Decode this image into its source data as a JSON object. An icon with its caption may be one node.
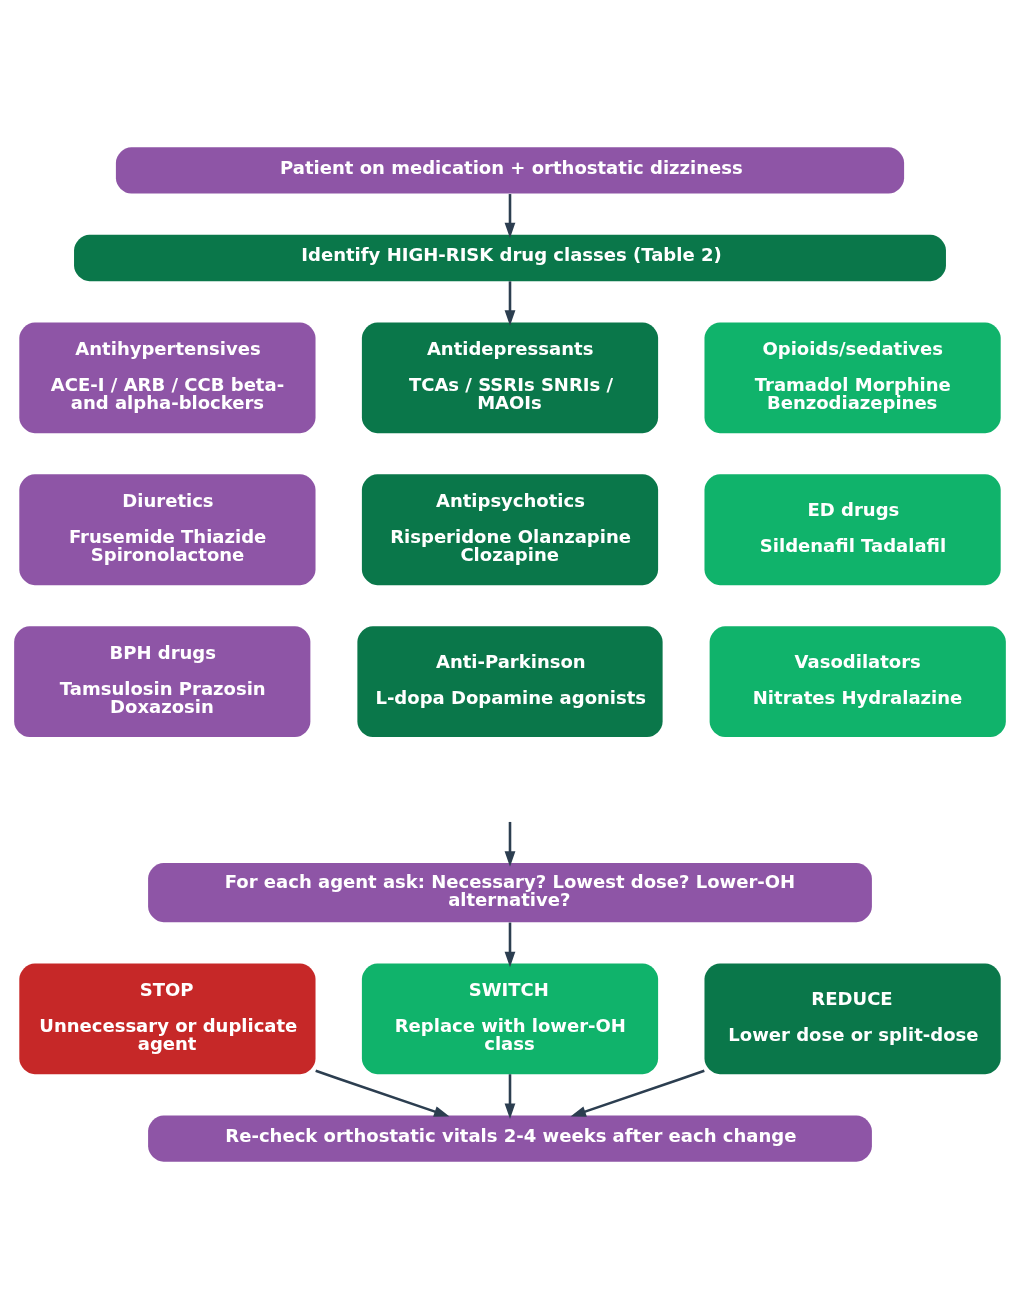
{
  "diagram": {
    "nodes": [
      {
        "text": [
          "Patient on medication + orthostatic dizziness"
        ]
      },
      {
        "text": [
          "Identify HIGH-RISK drug classes (Table 2)"
        ]
      },
      {
        "text": [
          "Antihypertensives",
          "ACE-I / ARB / CCB beta- and alpha-blockers"
        ]
      },
      {
        "text": [
          "Antidepressants",
          "TCAs / SSRIs SNRIs / MAOIs"
        ]
      },
      {
        "text": [
          "Opioids/sedatives",
          "Tramadol Morphine Benzodiazepines"
        ]
      },
      {
        "text": [
          "Diuretics",
          "Frusemide Thiazide Spironolactone"
        ]
      },
      {
        "text": [
          "Antipsychotics",
          "Risperidone Olanzapine Clozapine"
        ]
      },
      {
        "text": [
          "ED drugs",
          "Sildenafil Tadalafil"
        ]
      },
      {
        "text": [
          "BPH drugs",
          "Tamsulosin Prazosin Doxazosin"
        ]
      },
      {
        "text": [
          "Anti-Parkinson",
          "L-dopa Dopamine agonists"
        ]
      },
      {
        "text": [
          "Vasodilators",
          "Nitrates Hydralazine"
        ]
      },
      {
        "text": [
          "For each agent ask: Necessary? Lowest dose? Lower-OH alternative?"
        ]
      },
      {
        "text": [
          "STOP",
          "Unnecessary or duplicate agent"
        ]
      },
      {
        "text": [
          "SWITCH",
          "Replace with lower-OH class"
        ]
      },
      {
        "text": [
          "REDUCE",
          "Lower dose or split-dose"
        ]
      },
      {
        "text": [
          "Re-check orthostatic vitals 2-4 weeks after each change"
        ]
      }
    ],
    "edges": [
      {
        "from": 0,
        "to": 1,
        "arrow": "to"
      },
      {
        "from": 1,
        "to": 3,
        "arrow": "to"
      },
      {
        "from": null,
        "to": 11,
        "arrow": "to"
      },
      {
        "from": 11,
        "to": 13,
        "arrow": "to"
      },
      {
        "from": 12,
        "to": 15,
        "arrow": "to"
      },
      {
        "from": 13,
        "to": 15,
        "arrow": "to"
      },
      {
        "from": 14,
        "to": 15,
        "arrow": "to"
      }
    ]
  }
}
